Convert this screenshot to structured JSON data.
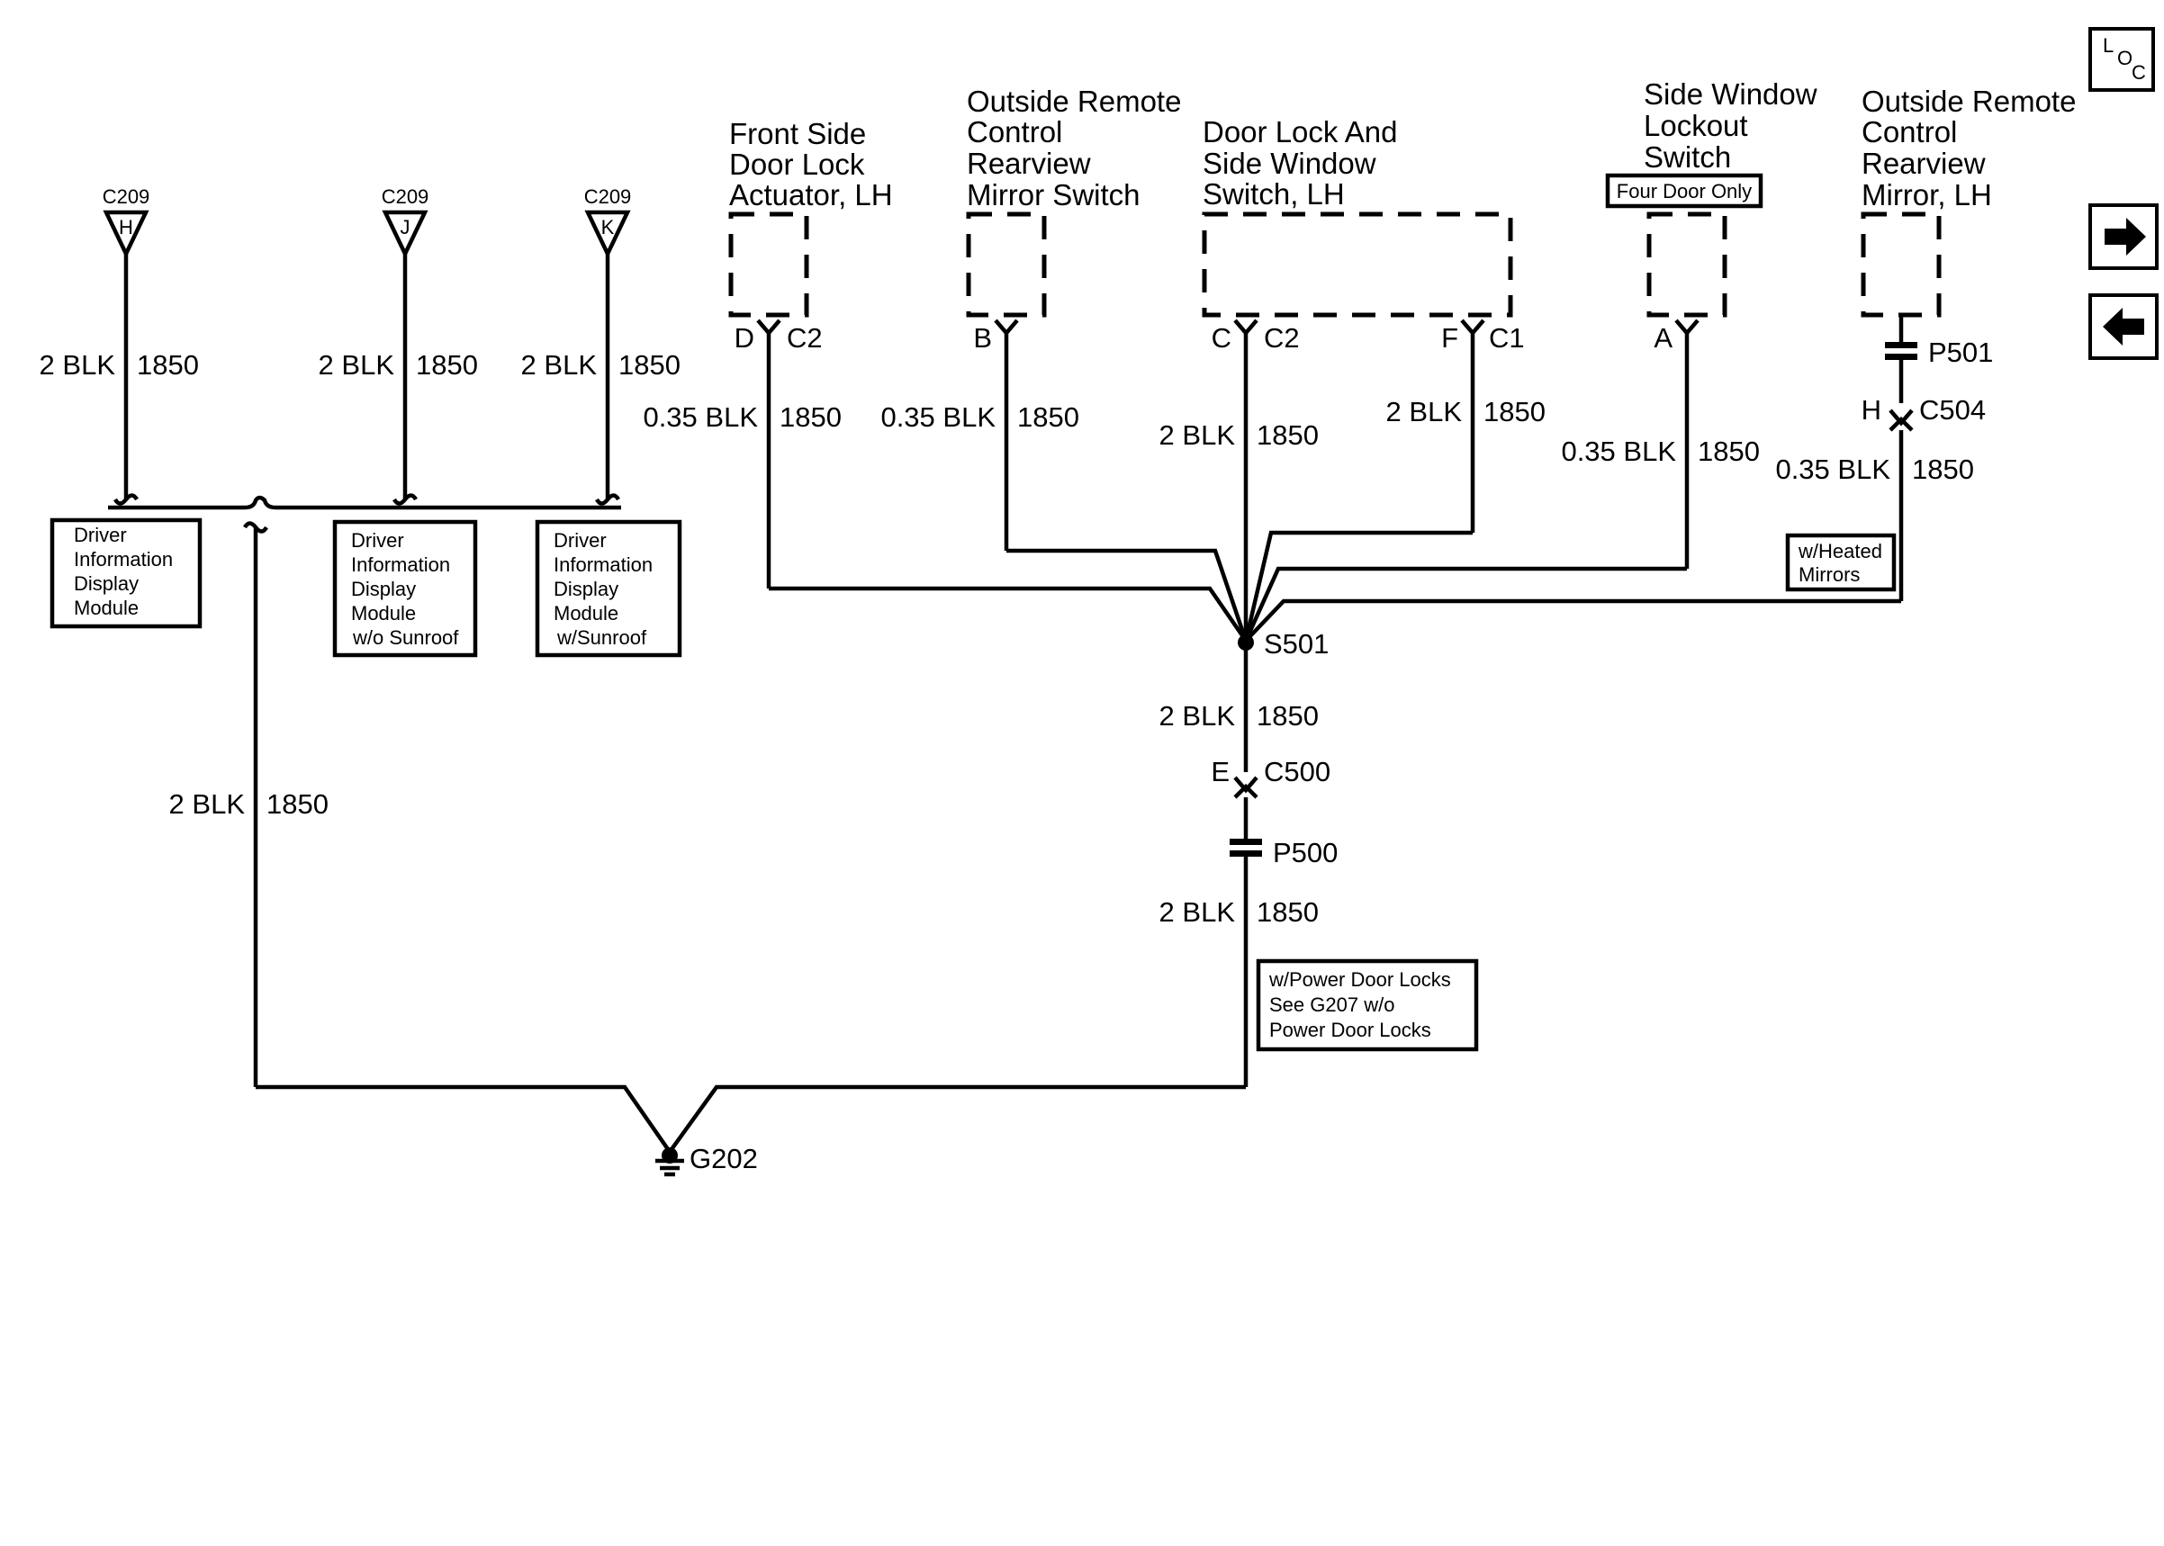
{
  "components": {
    "front_door_lock": [
      "Front Side",
      "Door Lock",
      "Actuator, LH"
    ],
    "mirror_switch": [
      "Outside Remote",
      "Control",
      "Rearview",
      "Mirror Switch"
    ],
    "door_lock_switch": [
      "Door Lock And",
      "Side Window",
      "Switch, LH"
    ],
    "lockout_switch": [
      "Side Window",
      "Lockout",
      "Switch"
    ],
    "lockout_option": "Four Door Only",
    "mirror_lh": [
      "Outside Remote",
      "Control",
      "Rearview",
      "Mirror, LH"
    ]
  },
  "c209": {
    "label": "C209",
    "pins": [
      "H",
      "J",
      "K"
    ]
  },
  "modules": {
    "dim1": [
      "Driver",
      "Information",
      "Display",
      "Module"
    ],
    "dim2": [
      "Driver",
      "Information",
      "Display",
      "Module",
      "w/o Sunroof"
    ],
    "dim3": [
      "Driver",
      "Information",
      "Display",
      "Module",
      "w/Sunroof"
    ]
  },
  "wire": {
    "color_2": "2 BLK",
    "color_035": "0.35 BLK",
    "circuit": "1850"
  },
  "pins": {
    "d": "D",
    "c2": "C2",
    "b": "B",
    "c": "C",
    "f": "F",
    "c1": "C1",
    "a": "A",
    "h": "H",
    "e": "E"
  },
  "connectors": {
    "p501": "P501",
    "c504": "C504",
    "c500": "C500",
    "p500": "P500"
  },
  "splice": "S501",
  "ground": "G202",
  "notes": {
    "heated": [
      "w/Heated",
      "Mirrors"
    ],
    "power_locks": [
      "w/Power Door Locks",
      "See G207 w/o",
      "Power Door Locks"
    ]
  },
  "nav": {
    "loc": [
      "L",
      "O",
      "C"
    ],
    "next_icon": "arrow-right-icon",
    "prev_icon": "arrow-left-icon"
  }
}
